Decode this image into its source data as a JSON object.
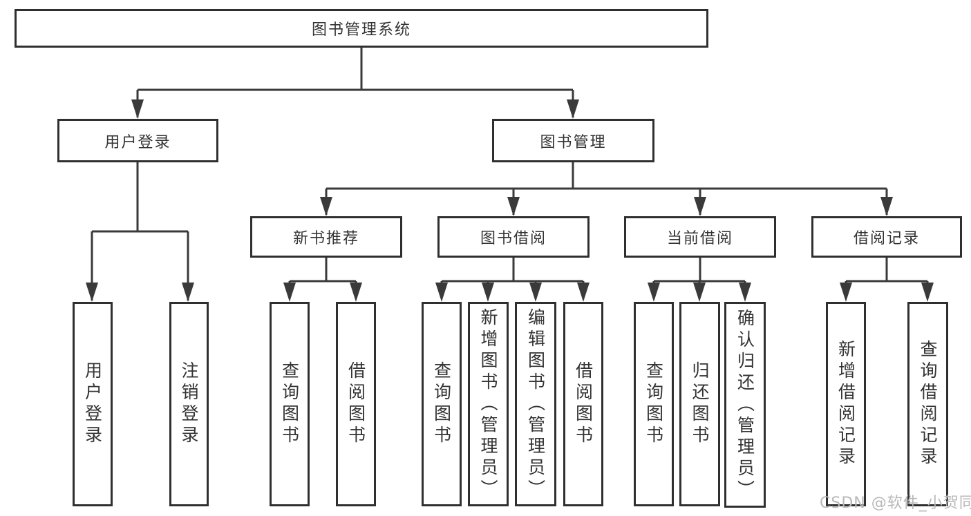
{
  "diagram": {
    "root": "图书管理系统",
    "level2": {
      "user_login": "用户登录",
      "book_mgmt": "图书管理"
    },
    "level3": {
      "new_book": "新书推荐",
      "book_borrow": "图书借阅",
      "current_borrow": "当前借阅",
      "borrow_record": "借阅记录"
    },
    "leaves": {
      "user_login_leaf": "用户登录",
      "logout": "注销登录",
      "nb_query": "查询图书",
      "nb_borrow": "借阅图书",
      "bb_query": "查询图书",
      "bb_add": "新增图书（管理员）",
      "bb_edit": "编辑图书（管理员）",
      "bb_borrow": "借阅图书",
      "cb_query": "查询图书",
      "cb_return": "归还图书",
      "cb_confirm": "确认归还（管理员）",
      "br_add": "新增借阅记录",
      "br_query": "查询借阅记录"
    }
  },
  "watermark": "CSDN @软件_小贺同学",
  "colors": {
    "line": "#3a3a3a",
    "border": "#2f2f2f",
    "text": "#333333",
    "watermark": "#b8b8b8",
    "background": "#ffffff"
  }
}
